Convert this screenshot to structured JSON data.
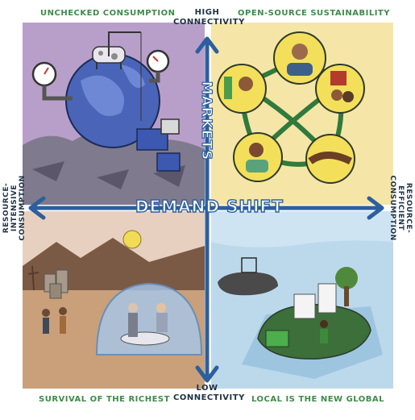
{
  "labels": {
    "top_left": "UNCHECKED CONSUMPTION",
    "top_right": "OPEN-SOURCE SUSTAINABILITY",
    "bottom_left": "SURVIVAL OF THE RICHEST",
    "bottom_right": "LOCAL IS THE NEW GLOBAL",
    "high_1": "HIGH",
    "high_2": "CONNECTIVITY",
    "low_1": "LOW",
    "low_2": "CONNECTIVITY",
    "left_1": "RESOURCE-",
    "left_2": "INTENSIVE",
    "left_3": "CONSUMPTION",
    "right_1": "RESOURCE-",
    "right_2": "EFFICIENT",
    "right_3": "CONSUMPTION",
    "horizontal_axis": "DEMAND SHIFT",
    "vertical_axis": "MARKETS"
  },
  "colors": {
    "top_left": "#b89fc9",
    "top_right": "#f5e6a8",
    "bottom_left": "#e8d0c0",
    "bottom_right": "#bcd9ec",
    "arrow": "#2b5f9e"
  }
}
